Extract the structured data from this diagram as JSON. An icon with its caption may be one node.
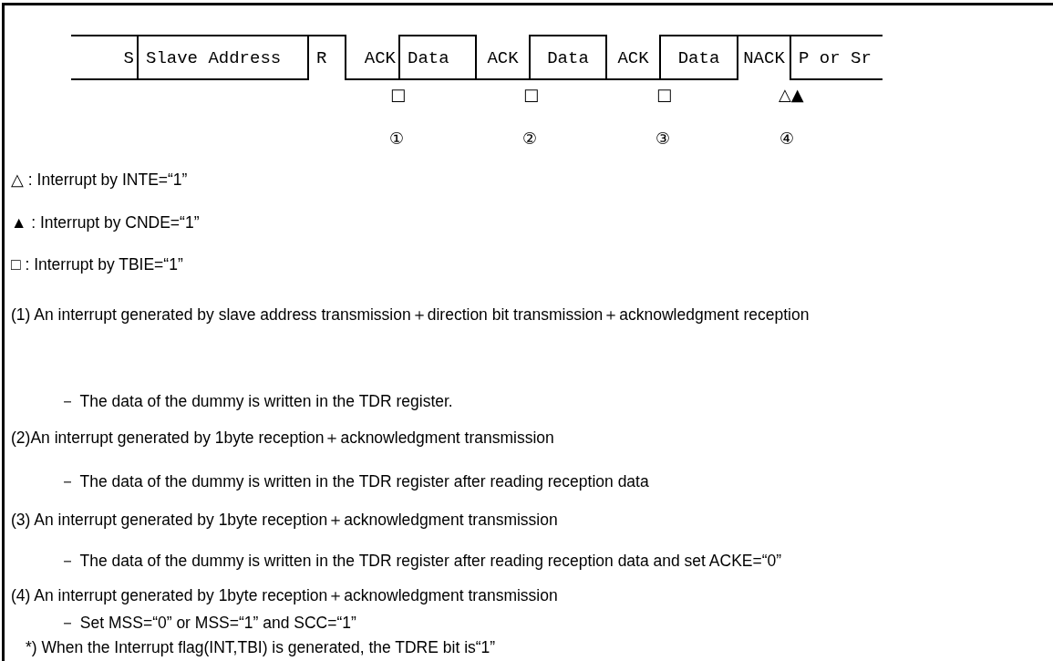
{
  "diagram": {
    "nodes": [
      {
        "text": [
          "S"
        ]
      },
      {
        "text": [
          "Slave Address"
        ]
      },
      {
        "text": [
          "R"
        ]
      },
      {
        "text": [
          "ACK"
        ]
      },
      {
        "text": [
          "Data"
        ]
      },
      {
        "text": [
          "ACK"
        ]
      },
      {
        "text": [
          "Data"
        ]
      },
      {
        "text": [
          "ACK"
        ]
      },
      {
        "text": [
          "Data"
        ]
      },
      {
        "text": [
          "NACK"
        ]
      },
      {
        "text": [
          "P or Sr"
        ]
      }
    ],
    "edges": [],
    "labels": [
      "□",
      "□",
      "□",
      "△▲",
      "①",
      "②",
      "③",
      "④",
      "(1) An interrupt generated by slave address transmission＋direction bit transmission＋acknowledgment reception",
      "－ The data of the dummy is written in the TDR register.",
      "(2)An interrupt generated by 1byte reception＋acknowledgment transmission",
      "－ The data of the dummy is written in the TDR register after reading reception data",
      "(3) An interrupt generated by 1byte reception＋acknowledgment transmission",
      "－ The data of the dummy is written in the TDR register after reading reception data and set ACKE=“0”",
      "(4) An interrupt generated by 1byte reception＋acknowledgment transmission",
      "－ Set MSS=“0” or MSS=“1” and SCC=“1”",
      "*) When the Interrupt flag(INT,TBI) is generated, the TDRE bit is“1”"
    ],
    "legend": [
      {
        "text": "△ : Interrupt by INTE=“1”"
      },
      {
        "text": "▲ : Interrupt by CNDE=“1”"
      },
      {
        "text": "□ : Interrupt by TBIE=“1”"
      }
    ]
  }
}
